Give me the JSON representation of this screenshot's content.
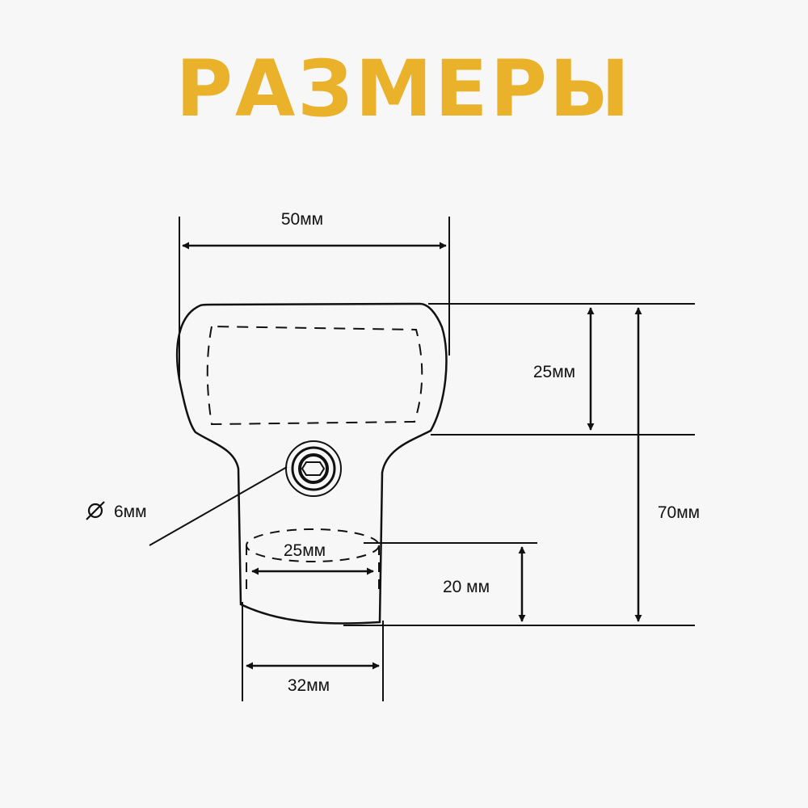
{
  "title": "РАЗМЕРЫ",
  "colors": {
    "title": "#e9b22a",
    "line": "#111111",
    "background": "#f7f7f7"
  },
  "dimensions": {
    "top_width": "50мм",
    "head_height": "25мм",
    "total_height": "70мм",
    "hole_diameter": "6мм",
    "neck_inner": "25мм",
    "neck_height": "20 мм",
    "neck_width": "32мм"
  }
}
